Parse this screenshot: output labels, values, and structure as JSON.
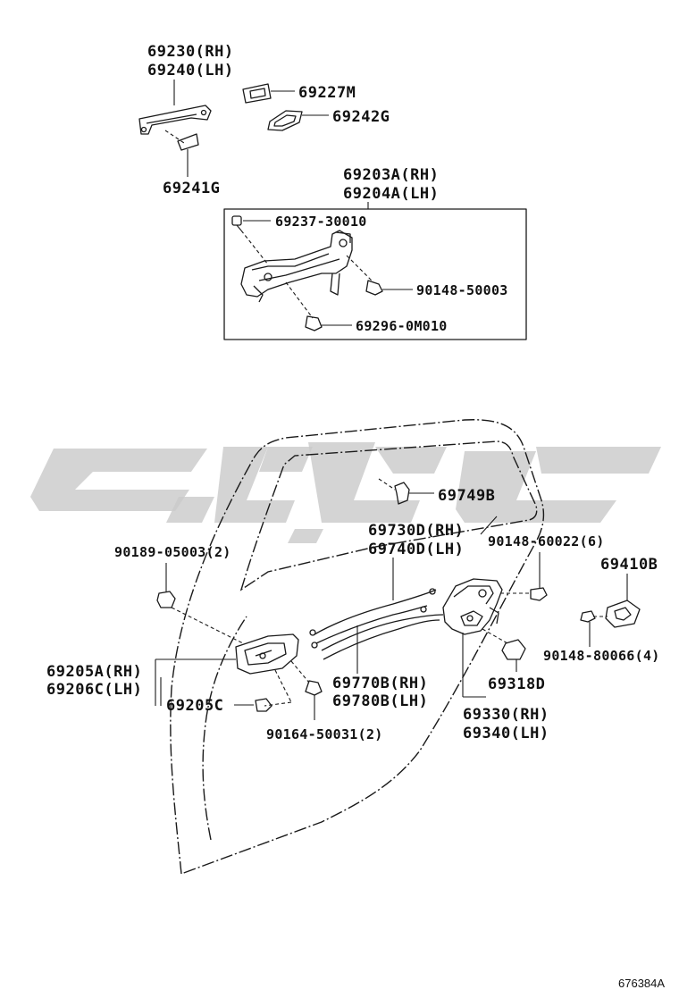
{
  "diagram": {
    "labels": {
      "handle_rh": "69230(RH)",
      "handle_lh": "69240(LH)",
      "p69227M": "69227M",
      "p69242G": "69242G",
      "p69241G": "69241G",
      "frame_rh": "69203A(RH)",
      "frame_lh": "69204A(LH)",
      "p69237": "69237-30010",
      "p90148_50003": "90148-50003",
      "p69296": "69296-0M010",
      "p69749B": "69749B",
      "cable_rh": "69730D(RH)",
      "cable_lh": "69740D(LH)",
      "p90189": "90189-05003(2)",
      "p90148_60022": "90148-60022(6)",
      "p69410B": "69410B",
      "p90148_80066": "90148-80066(4)",
      "inner_rh": "69205A(RH)",
      "inner_lh": "69206C(LH)",
      "p69205C": "69205C",
      "rod_rh": "69770B(RH)",
      "rod_lh": "69780B(LH)",
      "p69318D": "69318D",
      "lock_rh": "69330(RH)",
      "lock_lh": "69340(LH)",
      "p90164": "90164-50031(2)",
      "diagram_code": "676384A"
    },
    "colors": {
      "line": "#1a1a1a",
      "watermark": "#c9c9c9",
      "background": "#ffffff"
    }
  }
}
